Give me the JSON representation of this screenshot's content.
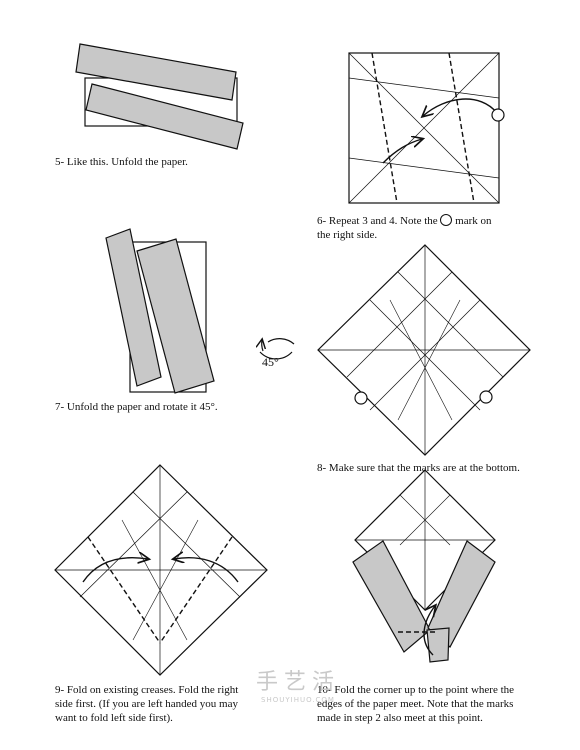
{
  "colors": {
    "ink": "#111111",
    "paper_gray": "#c8c8c8",
    "watermark": "#c9c9c9"
  },
  "steps": [
    {
      "id": "step-5",
      "caption": "5- Like this. Unfold the paper."
    },
    {
      "id": "step-6",
      "caption_before": "6- Repeat 3 and 4. Note the",
      "caption_after": "mark on",
      "caption_line2": "the right side.",
      "icon": "circle-mark-icon"
    },
    {
      "id": "step-7",
      "caption": "7- Unfold the paper and rotate it 45°.",
      "rotate_badge": "45°"
    },
    {
      "id": "step-8",
      "caption": "8- Make sure that the marks are at the bottom."
    },
    {
      "id": "step-9",
      "caption_lines": [
        "9- Fold on existing creases. Fold the right",
        "side first. (If you are left handed you may",
        "want to fold left side first)."
      ]
    },
    {
      "id": "step-10",
      "caption_lines": [
        "10- Fold the corner up to the point where the",
        "edges of the paper meet. Note that the marks",
        "made in step 2 also meet at this point."
      ]
    }
  ],
  "watermark": {
    "big": "手艺活",
    "small": "SHOUYIHUO.COM"
  }
}
